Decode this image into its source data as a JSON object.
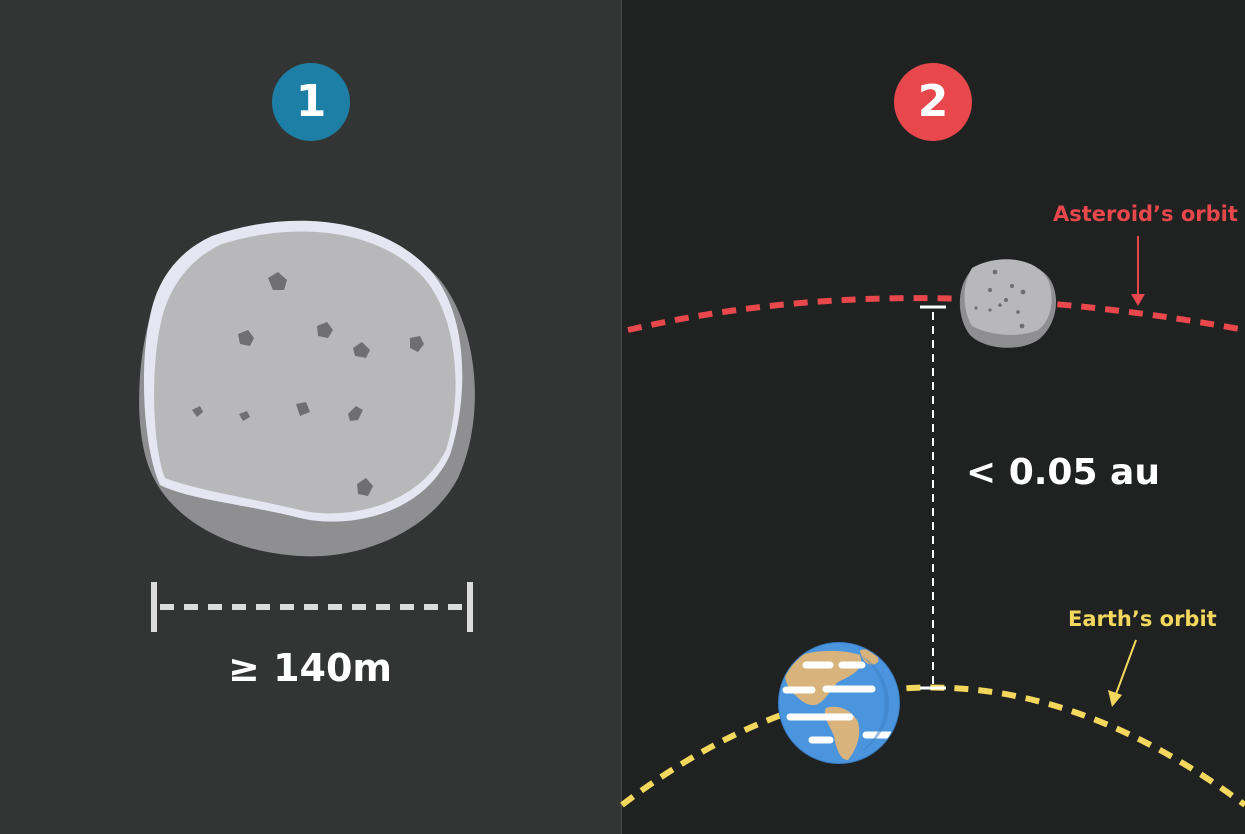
{
  "panels": [
    {
      "step": "1",
      "badge_color": "#1e7fa6",
      "size_label": "≥ 140m"
    },
    {
      "step": "2",
      "badge_color": "#e8484b",
      "distance_label": "< 0.05 au",
      "asteroid_orbit_label": "Asteroid’s orbit",
      "earth_orbit_label": "Earth’s orbit"
    }
  ],
  "colors": {
    "panel_1_bg": "#333434",
    "panel_2_bg": "#202121",
    "asteroid_orbit": "#e8484b",
    "earth_orbit": "#f4d85e",
    "asteroid_body": "#b8b8ba",
    "ocean": "#4a95dd",
    "land": "#d8b47c"
  },
  "icons": [
    "asteroid-icon",
    "earth-icon",
    "ruler-icon",
    "arrow-down-icon"
  ]
}
